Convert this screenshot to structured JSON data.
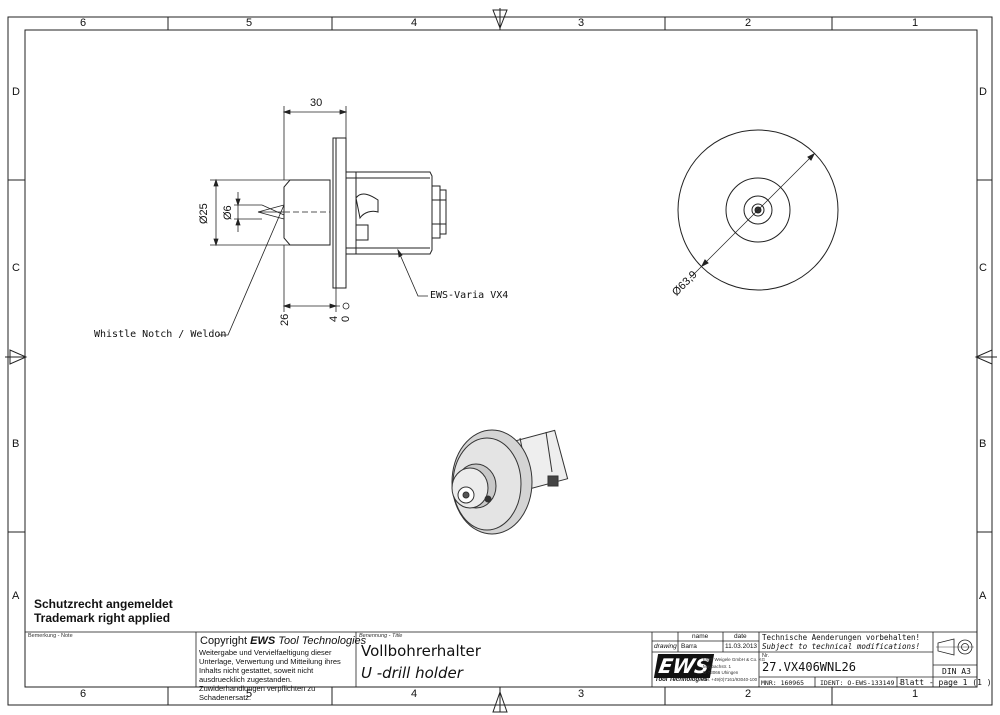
{
  "frame": {
    "col_labels": [
      "6",
      "5",
      "4",
      "3",
      "2",
      "1"
    ],
    "row_labels": [
      "D",
      "C",
      "B",
      "A"
    ]
  },
  "dimensions": {
    "d30": "30",
    "d25": "Ø25",
    "d6": "Ø6",
    "d26": "26",
    "d4": "4",
    "d0": "0",
    "d63_9": "Ø63,9"
  },
  "callouts": {
    "varia": "EWS-Varia VX4",
    "whistle": "Whistle Notch / Weldon"
  },
  "notes": {
    "line1": "Schutzrecht angemeldet",
    "line2": "Trademark right applied"
  },
  "title_block": {
    "remark_label": "Bemerkung - Note",
    "copyright_prefix": "Copyright ",
    "copyright_brand": "EWS",
    "copyright_suffix": " Tool Technologies",
    "copyright_body": "Weitergabe und Vervielfaeltigung dieser Unterlage, Verwertung und Mitteilung ihres Inhalts nicht gestattet, soweit nicht ausdruecklich zugestanden. Zuwiderhandlungen verpflichten zu Schadenersatz.",
    "title_label": "Benennung - Title",
    "title_de": "Vollbohrerhalter",
    "title_en": "U -drill holder",
    "col_name": "name",
    "col_date": "date",
    "row_label": "drawing",
    "drawn_by": "Barra",
    "drawn_date": "11.03.2013",
    "logo_text": "EWS",
    "logo_sub": "Tool Technologies",
    "company_lines": [
      "EWS Weigele GmbH & Co. KG",
      "Maybachstr. 1",
      "D-73066 Uhingen",
      "Tel. +49(0)7161/93040-100"
    ],
    "mod_de": "Technische Aenderungen vorbehalten!",
    "mod_en": "Subject to technical modifications!",
    "nr_label": "Nr.",
    "drawing_no": "27.VX406WNL26",
    "mnr": "MNR: 160965",
    "ident": "IDENT: O-EWS-133149 -",
    "sheet": "Blatt - page  1 (1 )",
    "format": "DIN A3"
  }
}
